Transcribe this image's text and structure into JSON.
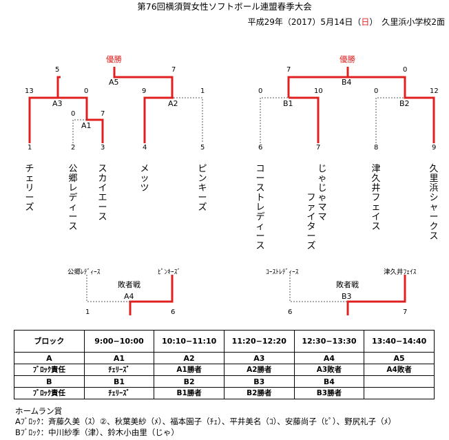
{
  "title": "第76回横須賀女性ソフトボール連盟春季大会",
  "subtitle_pre": "平成29年（2017）5月14日（",
  "subtitle_sun": "日",
  "subtitle_post": "）　久里浜小学校2面",
  "bracket_left": {
    "champion_label": "優勝",
    "final": {
      "label": "A5",
      "left_score": "5",
      "right_score": "7"
    },
    "semi_left": {
      "label": "A3",
      "left_score": "13",
      "right_score": "0"
    },
    "semi_right": {
      "label": "A2",
      "left_score": "9",
      "right_score": "1"
    },
    "first": {
      "label": "A1",
      "left_score": "0",
      "right_score": "7"
    },
    "seeds": [
      "1",
      "2",
      "3",
      "4",
      "5"
    ],
    "teams": [
      "チェリーズ",
      "公郷レディース",
      "スカイエース",
      "メッツ",
      "ピンキーズ"
    ]
  },
  "bracket_right": {
    "champion_label": "優勝",
    "final": {
      "label": "B4",
      "left_score": "7",
      "right_score": "0"
    },
    "semi_left": {
      "label": "B1",
      "left_score": "0",
      "right_score": "10"
    },
    "semi_right": {
      "label": "B2",
      "left_score": "0",
      "right_score": "12"
    },
    "seeds": [
      "6",
      "7",
      "8",
      "9"
    ],
    "teams": [
      "コーストレディース",
      "じゃじゃママファイターズ",
      "津久井フェイス",
      "久里浜シャークス"
    ]
  },
  "loser_left": {
    "left_team": "公郷ﾚﾃﾞｨｰｽ",
    "right_team": "ﾋﾟﾝｷｰｽﾞ",
    "title": "敗者戦",
    "label": "A4",
    "left_seed": "1",
    "right_seed": "6"
  },
  "loser_right": {
    "left_team": "ｺｰｽﾄﾚﾃﾞｨｰｽ",
    "right_team": "津久井ﾌｪｲｽ",
    "title": "敗者戦",
    "label": "B3",
    "left_seed": "6",
    "right_seed": "7"
  },
  "schedule": {
    "header": [
      "ブロック",
      "9:00−10:00",
      "10:10−11:10",
      "11:20−12:20",
      "12:30−13:30",
      "13:40−14:40"
    ],
    "rows": [
      {
        "block": "A",
        "caption": "ﾌﾞﾛｯｸ責任",
        "games": [
          "A1",
          "A2",
          "A3",
          "A4",
          "A5"
        ],
        "details": [
          "ﾁｪﾘｰｽﾞ",
          "A1勝者",
          "A2勝者",
          "A3敗者",
          "A4敗者"
        ]
      },
      {
        "block": "B",
        "caption": "ﾌﾞﾛｯｸ責任",
        "games": [
          "B1",
          "B2",
          "B3",
          "B4",
          ""
        ],
        "details": [
          "ﾁｪﾘｰｽﾞ",
          "B1勝者",
          "B2勝者",
          "B3勝者",
          ""
        ]
      }
    ]
  },
  "homerun": {
    "title": "ホームラン賞",
    "lines": [
      "Aﾌﾞﾛｯｸ：斉藤久美（ｽ）②、秋葉美紗（ﾒ）、福本園子（ﾁｪ）、平井美名（ｺ）、安藤尚子（ﾋﾟ）、野尻礼子（ﾒ）",
      "Bﾌﾞﾛｯｸ：中川紗季（津）、鈴木小由里（じゃ）"
    ]
  },
  "colors": {
    "win_line": "#e02020",
    "lose_line": "#555555",
    "text": "#000000"
  }
}
